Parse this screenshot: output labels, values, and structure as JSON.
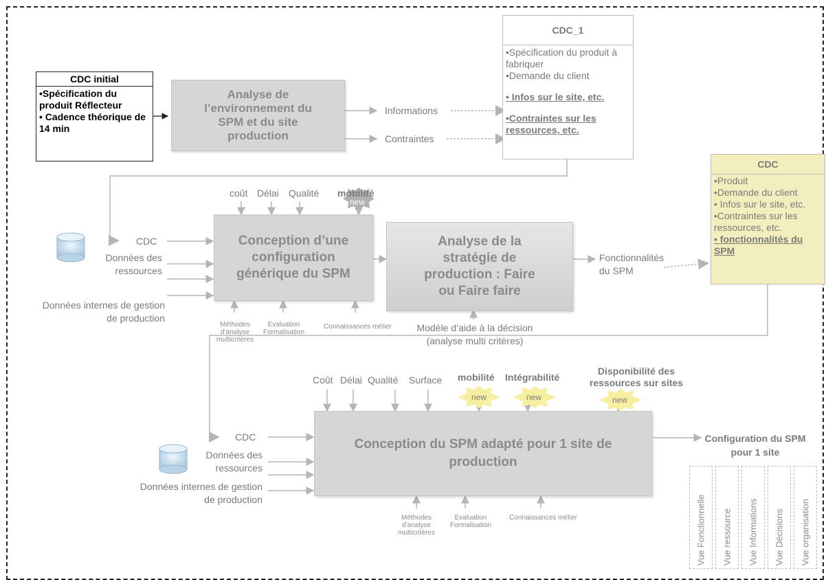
{
  "cdc_initial": {
    "title": "CDC initial",
    "line1": "•Spécification du produit Réflecteur",
    "line2": "• Cadence théorique de 14 min"
  },
  "box_analyse_env": "Analyse de l’environnement du SPM et du site production",
  "out_informations": "Informations",
  "out_contraintes": "Contraintes",
  "cdc1": {
    "title": "CDC_1",
    "l1": "•Spécification du produit à fabriquer",
    "l2": "•Demande du client",
    "l3": "• Infos sur le site, etc.",
    "l4": "•Contraintes sur les ressources, etc."
  },
  "stage2": {
    "top_cout": "coût",
    "top_delai": "Délai",
    "top_qualite": "Qualité",
    "top_mobilite": "mobilité",
    "new": "new",
    "in_cdc": "CDC",
    "in_donnees": "Données des ressources",
    "in_internes": "Données internes de gestion de production",
    "box": "Conception d’une configuration générique du SPM",
    "bottom_methodes": "Méthodes d’analyse multicritères",
    "bottom_evaluation": "Evaluation Formalisation",
    "bottom_connaissances": "Connaissances métier",
    "box_strategie": "Analyse de la stratégie de production : Faire ou Faire faire",
    "modele": "Modèle d’aide à la décision (analyse multi critères)",
    "out_fonct": "Fonctionnalités du SPM"
  },
  "cdc_yellow": {
    "title": "CDC",
    "l1": "•Produit",
    "l2": "•Demande du client",
    "l3": "• Infos sur le site, etc.",
    "l4": "•Contraintes sur les ressources, etc.",
    "l5": "• fonctionnalités du SPM"
  },
  "stage3": {
    "top_cout": "Coût",
    "top_delai": "Délai",
    "top_qualite": "Qualité",
    "top_surface": "Surface",
    "top_mobilite": "mobilité",
    "top_integrabilite": "Intégrabilité",
    "top_dispo": "Disponibilité des ressources sur sites",
    "new": "new",
    "in_cdc": "CDC",
    "in_donnees": "Données des ressources",
    "in_internes": "Données internes de gestion de production",
    "box": "Conception du SPM adapté pour 1 site de production",
    "bottom_methodes": "Méthodes d’analyse multicritères",
    "bottom_evaluation": "Evaluation Formalisation",
    "bottom_connaissances": "Connaissances métier",
    "out_config": "Configuration du SPM pour 1 site",
    "views": [
      "Vue Fonctionnelle",
      "Vue ressource",
      "Vue Informations",
      "Vue Décisions",
      "Vue organisation"
    ]
  }
}
